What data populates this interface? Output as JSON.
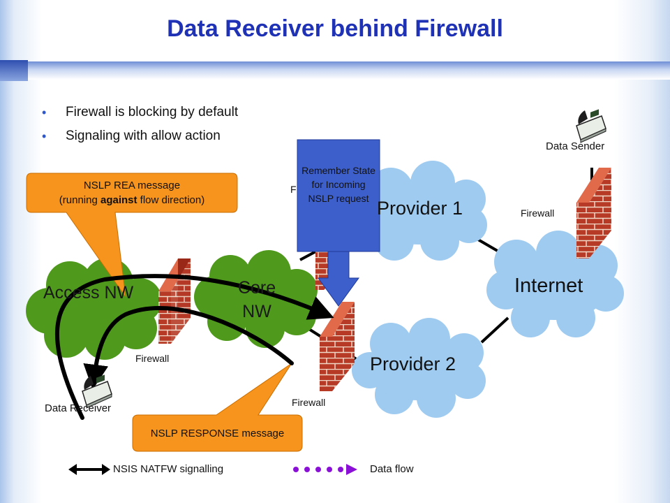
{
  "slide": {
    "title": "Data Receiver behind Firewall",
    "bullets": [
      "Firewall is blocking by default",
      "Signaling with allow action"
    ]
  },
  "nodes": {
    "access_nw": "Access NW",
    "core_nw": "Core NW",
    "provider1": "Provider 1",
    "provider2": "Provider 2",
    "internet": "Internet",
    "data_receiver": "Data Receiver",
    "data_sender": "Data Sender",
    "firewall": "Firewall",
    "firewall_partial": "F"
  },
  "callouts": {
    "rea_line1": "NSLP REA message",
    "rea_line2_pre": "(running ",
    "rea_line2_bold": "against",
    "rea_line2_post": " flow direction)",
    "response": "NSLP RESPONSE message",
    "remember": "Remember State for Incoming NSLP request"
  },
  "legend": {
    "signalling": "NSIS NATFW signalling",
    "data_flow": "Data flow"
  },
  "colors": {
    "title": "#1f31b5",
    "callout_orange": "#f7901e",
    "remember_blue": "#3a5fcd",
    "cloud_green": "#4e9b1e",
    "cloud_blue": "#9bc8ee",
    "brick": "#b03020",
    "data_flow_purple": "#8b0fd6"
  }
}
